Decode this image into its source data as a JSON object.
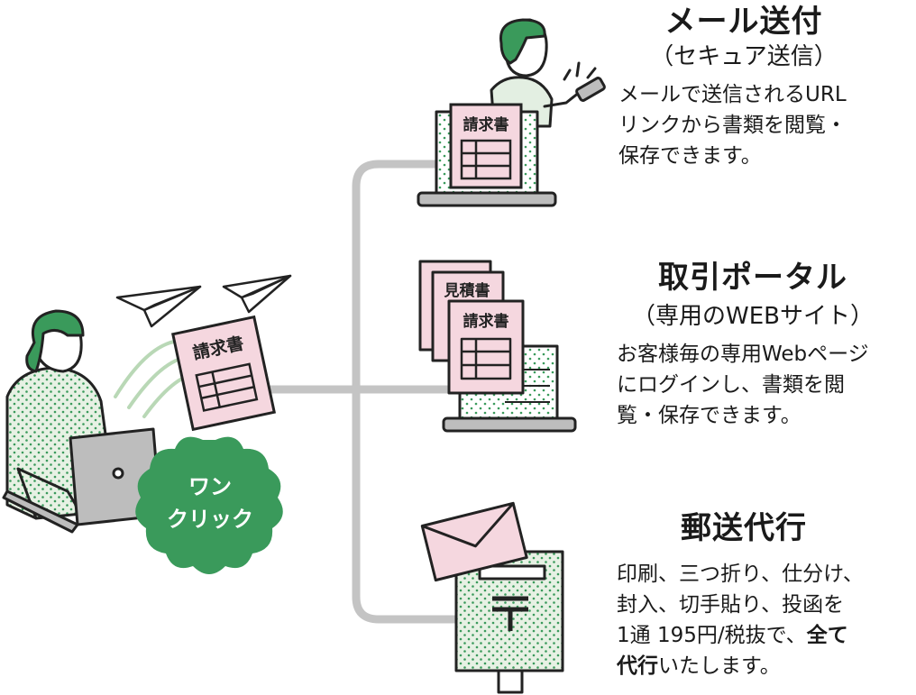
{
  "sender": {
    "invoice_label": "請求書",
    "badge_line1": "ワン",
    "badge_line2": "クリック"
  },
  "services": [
    {
      "title": "メール送付",
      "subtitle": "（セキュア送信）",
      "description": "メールで送信されるURL\nリンクから書類を閲覧・\n保存できます。",
      "doc_label": "請求書"
    },
    {
      "title": "取引ポータル",
      "subtitle": "（専用のWEBサイト）",
      "description": "お客様毎の専用Webページ\nにログインし、書類を閲\n覧・保存できます。",
      "doc_label_back": "見積書",
      "doc_label_front": "請求書"
    },
    {
      "title": "郵送代行",
      "description_line1": "印刷、三つ折り、仕分け、",
      "description_line2": "封入、切手貼り、投函を",
      "description_line3_normal": "1通 195円/税抜で、",
      "description_line3_bold": "全て",
      "description_line4_bold": "代行",
      "description_line4_normal": "いたします。"
    }
  ],
  "colors": {
    "green": "#3a9a5b",
    "pink": "#f5d7df",
    "line_gray": "#c4c4c4",
    "dark": "#222222",
    "light_green": "#e3efe2"
  }
}
